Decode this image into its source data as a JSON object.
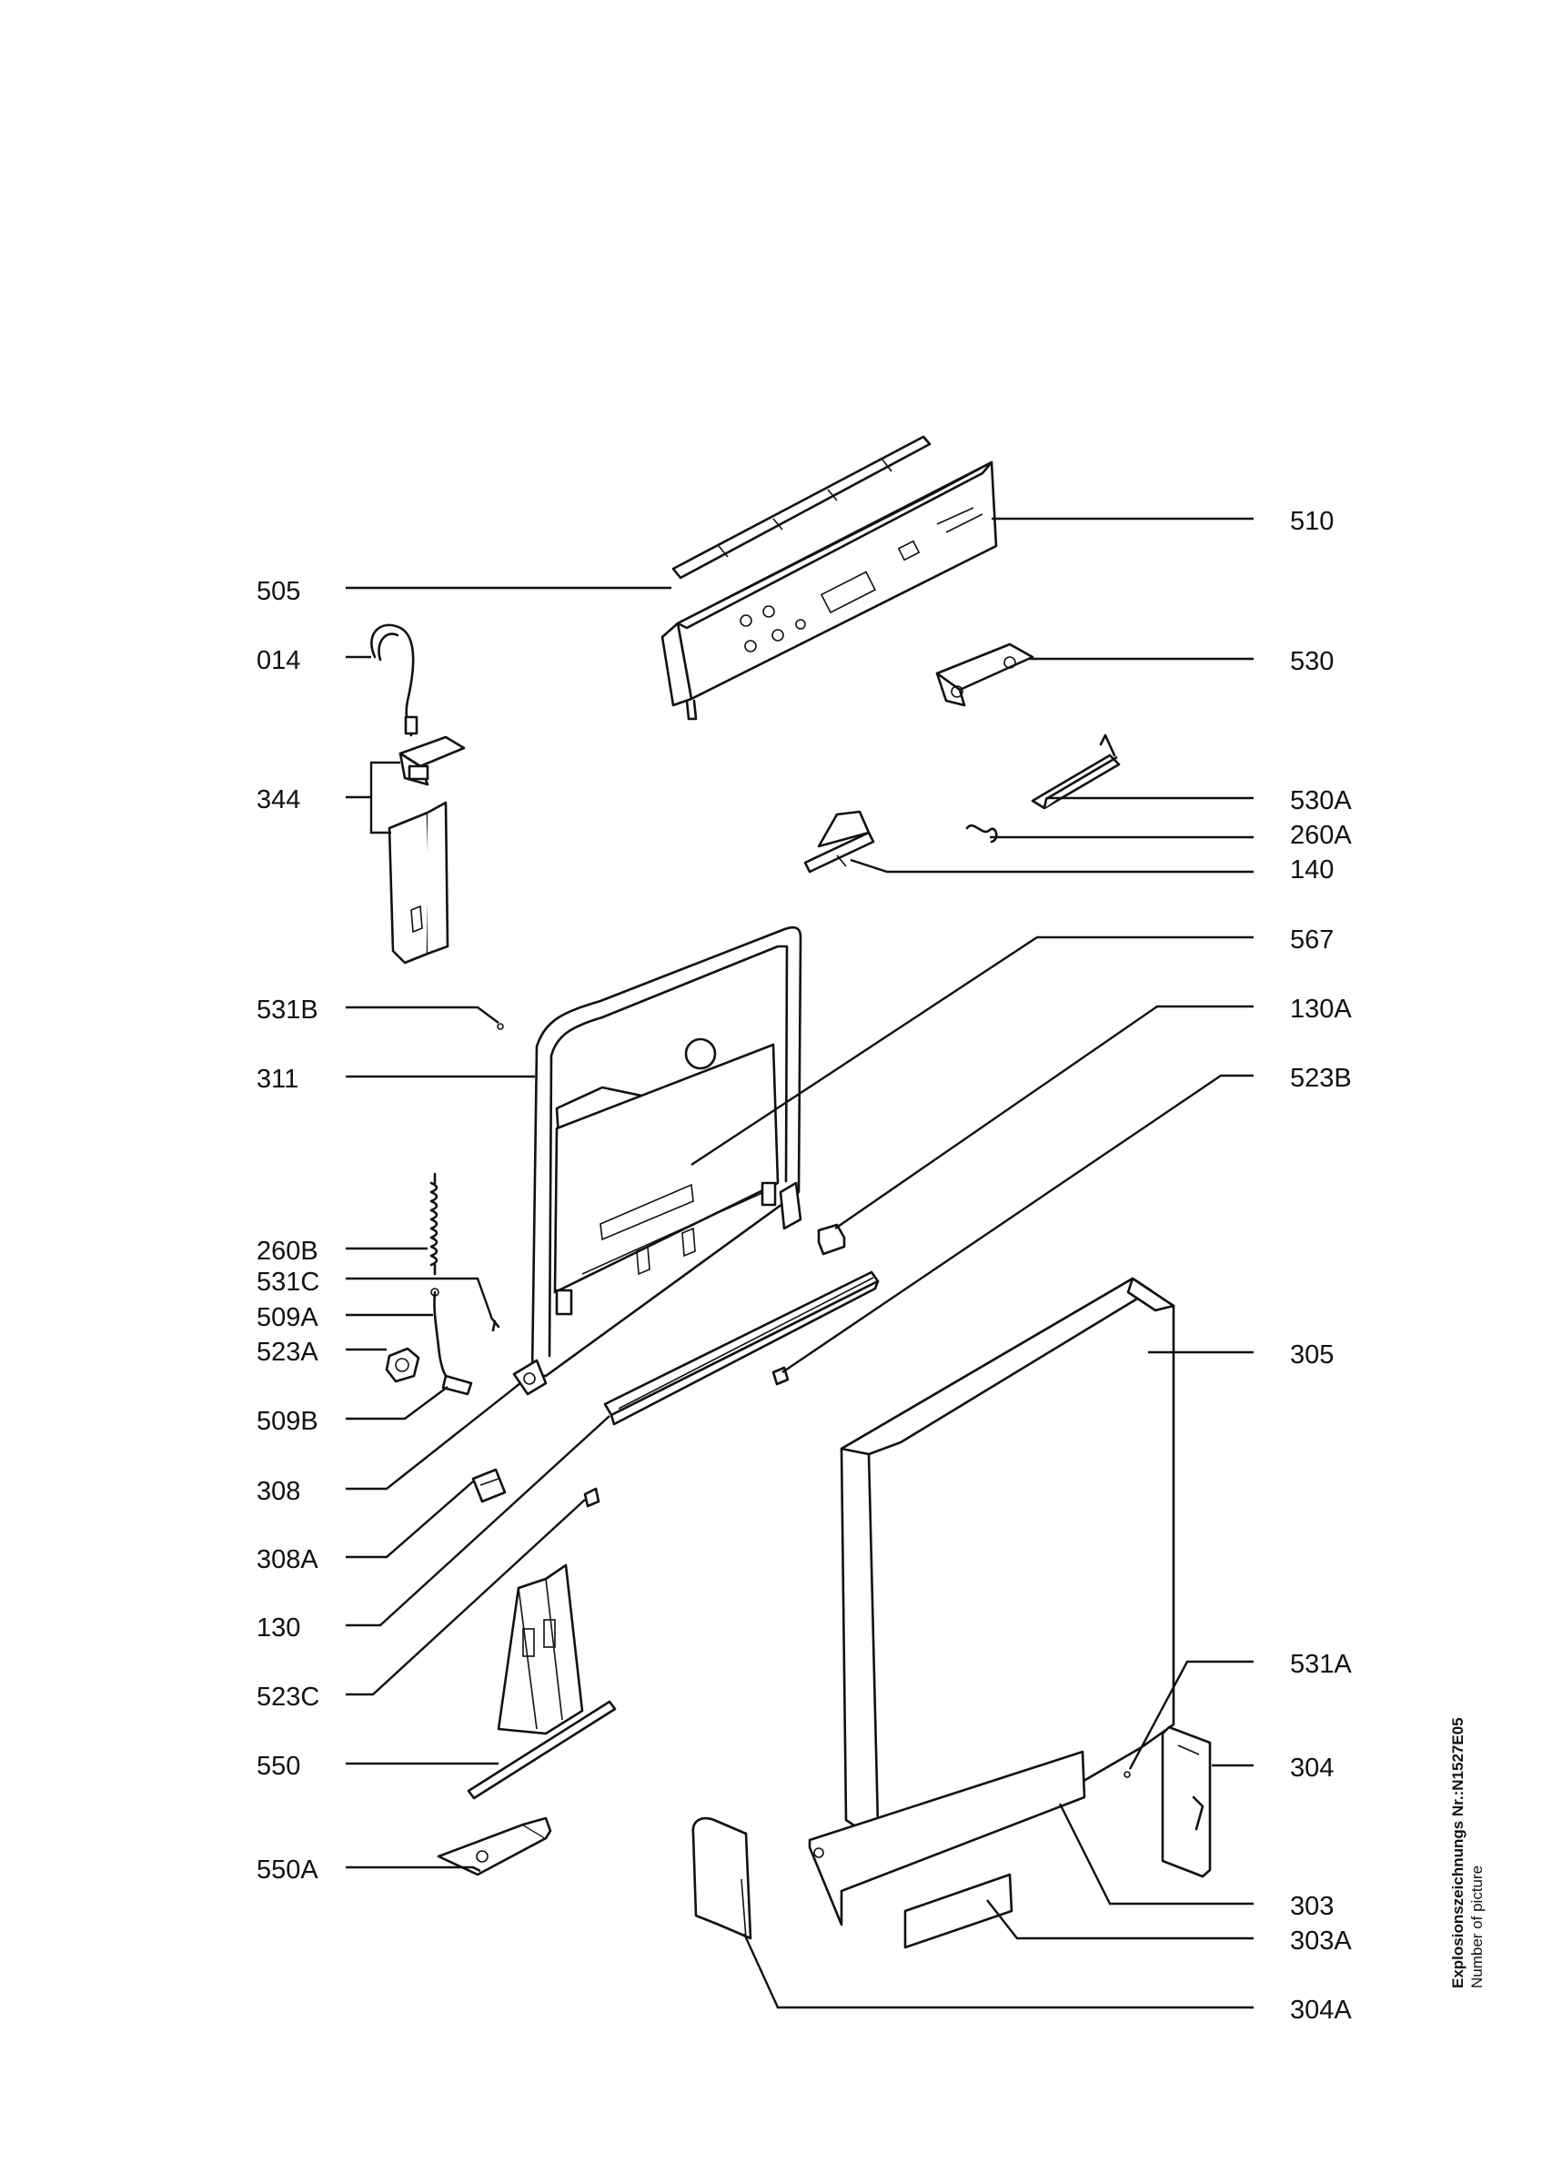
{
  "drawing": {
    "number_label": "Explosionszeichnungs Nr.:",
    "number_value": "N1527E05",
    "number_caption": "Number of picture"
  },
  "callouts": {
    "p505": "505",
    "p014": "014",
    "p344": "344",
    "p531B": "531B",
    "p311": "311",
    "p260B": "260B",
    "p531C": "531C",
    "p509A": "509A",
    "p523A": "523A",
    "p509B": "509B",
    "p308": "308",
    "p308A": "308A",
    "p130": "130",
    "p523C": "523C",
    "p550": "550",
    "p550A": "550A",
    "p510": "510",
    "p530": "530",
    "p530A": "530A",
    "p260A": "260A",
    "p140": "140",
    "p567": "567",
    "p130A": "130A",
    "p523B": "523B",
    "p305": "305",
    "p531A": "531A",
    "p304": "304",
    "p303": "303",
    "p303A": "303A",
    "p304A": "304A"
  }
}
